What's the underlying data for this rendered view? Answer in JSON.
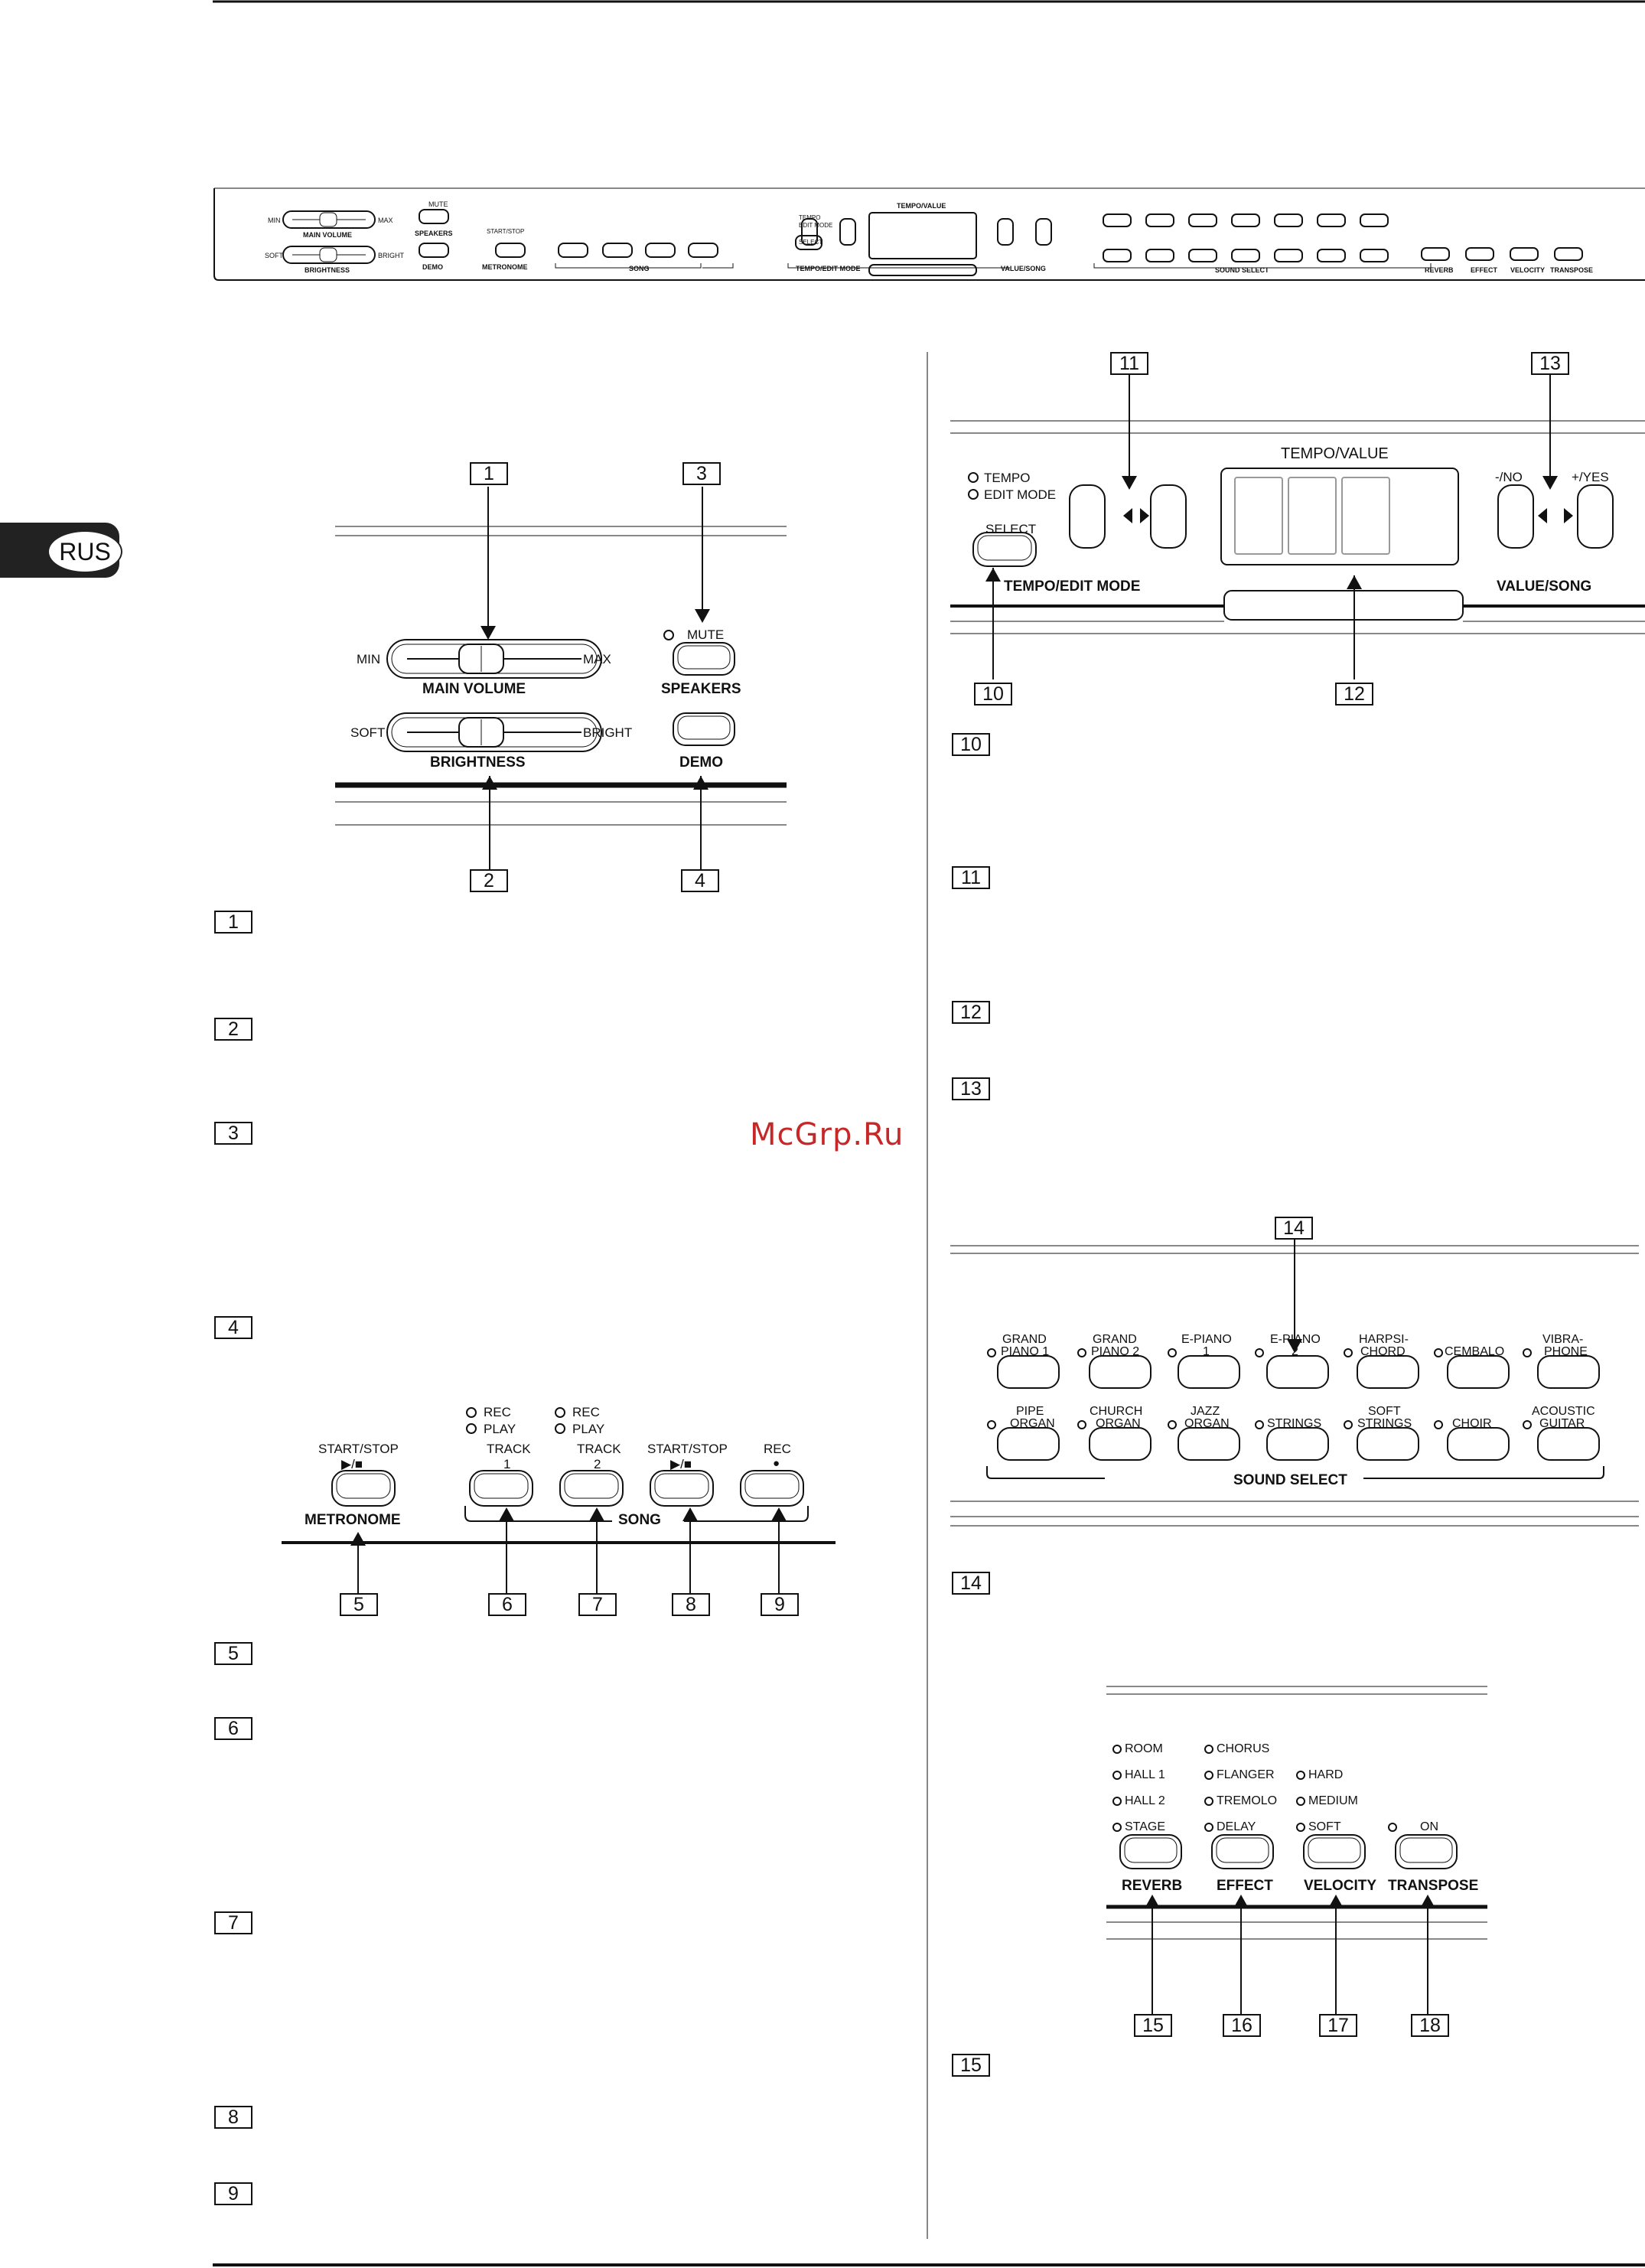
{
  "page": {
    "tab_label": "RUS",
    "watermark": "McGrp.Ru"
  },
  "overview": {
    "main_volume": "MAIN VOLUME",
    "brightness": "BRIGHTNESS",
    "min": "MIN",
    "max": "MAX",
    "soft": "SOFT",
    "bright": "BRIGHT",
    "mute": "MUTE",
    "speakers": "SPEAKERS",
    "demo": "DEMO",
    "start_stop": "START/STOP",
    "play_stop_glyph": "▶/■",
    "metronome": "METRONOME",
    "rec": "REC",
    "play": "PLAY",
    "track1": [
      "TRACK",
      "1"
    ],
    "track2": [
      "TRACK",
      "2"
    ],
    "rec_dot": "●",
    "song": "SONG",
    "tempo": "TEMPO",
    "edit_mode": "EDIT MODE",
    "select": "SELECT",
    "tempo_edit_mode": "TEMPO/EDIT MODE",
    "tempo_value": "TEMPO/VALUE",
    "minus_no": "-/NO",
    "plus_yes": "+/YES",
    "value_song": "VALUE/SONG",
    "sound_row1": [
      [
        "GRAND",
        "PIANO 1"
      ],
      [
        "GRAND",
        "PIANO 2"
      ],
      [
        "E-PIANO",
        "1"
      ],
      [
        "E-PIANO",
        "2"
      ],
      [
        "HARPSI-",
        "CHORD"
      ],
      [
        "CEMBALO",
        ""
      ],
      [
        "VIBRA-",
        "PHONE"
      ]
    ],
    "sound_row2": [
      [
        "PIPE",
        "ORGAN"
      ],
      [
        "CHURCH",
        "ORGAN"
      ],
      [
        "JAZZ",
        "ORGAN"
      ],
      [
        "STRINGS",
        ""
      ],
      [
        "SOFT",
        "STRINGS"
      ],
      [
        "CHOIR",
        ""
      ],
      [
        "ACOUSTIC",
        "GUITAR"
      ]
    ],
    "sound_select": "SOUND SELECT",
    "reverb_opts": [
      "ROOM",
      "HALL 1",
      "HALL 2",
      "STAGE"
    ],
    "effect_opts": [
      "CHORUS",
      "FLANGER",
      "TREMOLO",
      "DELAY"
    ],
    "velocity_opts": [
      "HARD",
      "MEDIUM",
      "SOFT"
    ],
    "on": "ON",
    "reverb": "REVERB",
    "effect": "EFFECT",
    "velocity": "VELOCITY",
    "transpose": "TRANSPOSE"
  },
  "callouts": [
    "1",
    "2",
    "3",
    "4",
    "5",
    "6",
    "7",
    "8",
    "9",
    "10",
    "11",
    "12",
    "13",
    "14",
    "15",
    "16",
    "17",
    "18"
  ],
  "sections": [
    "1",
    "2",
    "3",
    "4",
    "5",
    "6",
    "7",
    "8",
    "9",
    "10",
    "11",
    "12",
    "13",
    "14",
    "15"
  ]
}
